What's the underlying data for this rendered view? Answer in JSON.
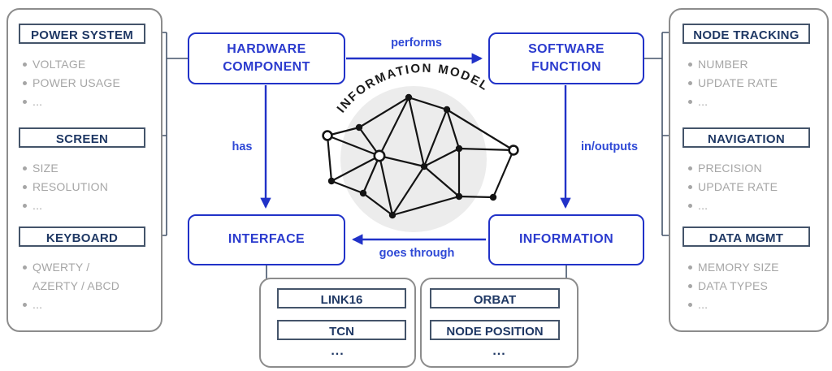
{
  "colors": {
    "accent_blue": "#2132C8",
    "box_text_blue": "#2B3BCE",
    "relation_label_blue": "#2F49D6",
    "heading_navy": "#1F3864",
    "connector_slate": "#44546A",
    "panel_border_gray": "#8C8C8C",
    "attribute_gray": "#A6A6A6",
    "halo_gray": "#ECECEC"
  },
  "model": {
    "arc_label": "INFORMATION MODEL",
    "hardware": {
      "line1": "HARDWARE",
      "line2": "COMPONENT"
    },
    "software": {
      "line1": "SOFTWARE",
      "line2": "FUNCTION"
    },
    "interface_label": "INTERFACE",
    "information_label": "INFORMATION",
    "relations": {
      "performs": "performs",
      "has": "has",
      "in_outputs": "in/outputs",
      "goes_through": "goes through"
    }
  },
  "hardware_panel": {
    "sections": [
      {
        "title": "POWER SYSTEM",
        "items": [
          "VOLTAGE",
          "POWER USAGE",
          "..."
        ]
      },
      {
        "title": "SCREEN",
        "items": [
          "SIZE",
          "RESOLUTION",
          "..."
        ]
      },
      {
        "title": "KEYBOARD",
        "items": [
          "QWERTY / AZERTY / ABCD",
          "..."
        ]
      }
    ]
  },
  "software_panel": {
    "sections": [
      {
        "title": "NODE TRACKING",
        "items": [
          "NUMBER",
          "UPDATE RATE",
          "..."
        ]
      },
      {
        "title": "NAVIGATION",
        "items": [
          "PRECISION",
          "UPDATE RATE",
          "..."
        ]
      },
      {
        "title": "DATA MGMT",
        "items": [
          "MEMORY SIZE",
          "DATA TYPES",
          "..."
        ]
      }
    ]
  },
  "interface_panel": {
    "items": [
      "LINK16",
      "TCN"
    ],
    "more": "..."
  },
  "information_panel": {
    "items": [
      "ORBAT",
      "NODE POSITION"
    ],
    "more": "..."
  }
}
